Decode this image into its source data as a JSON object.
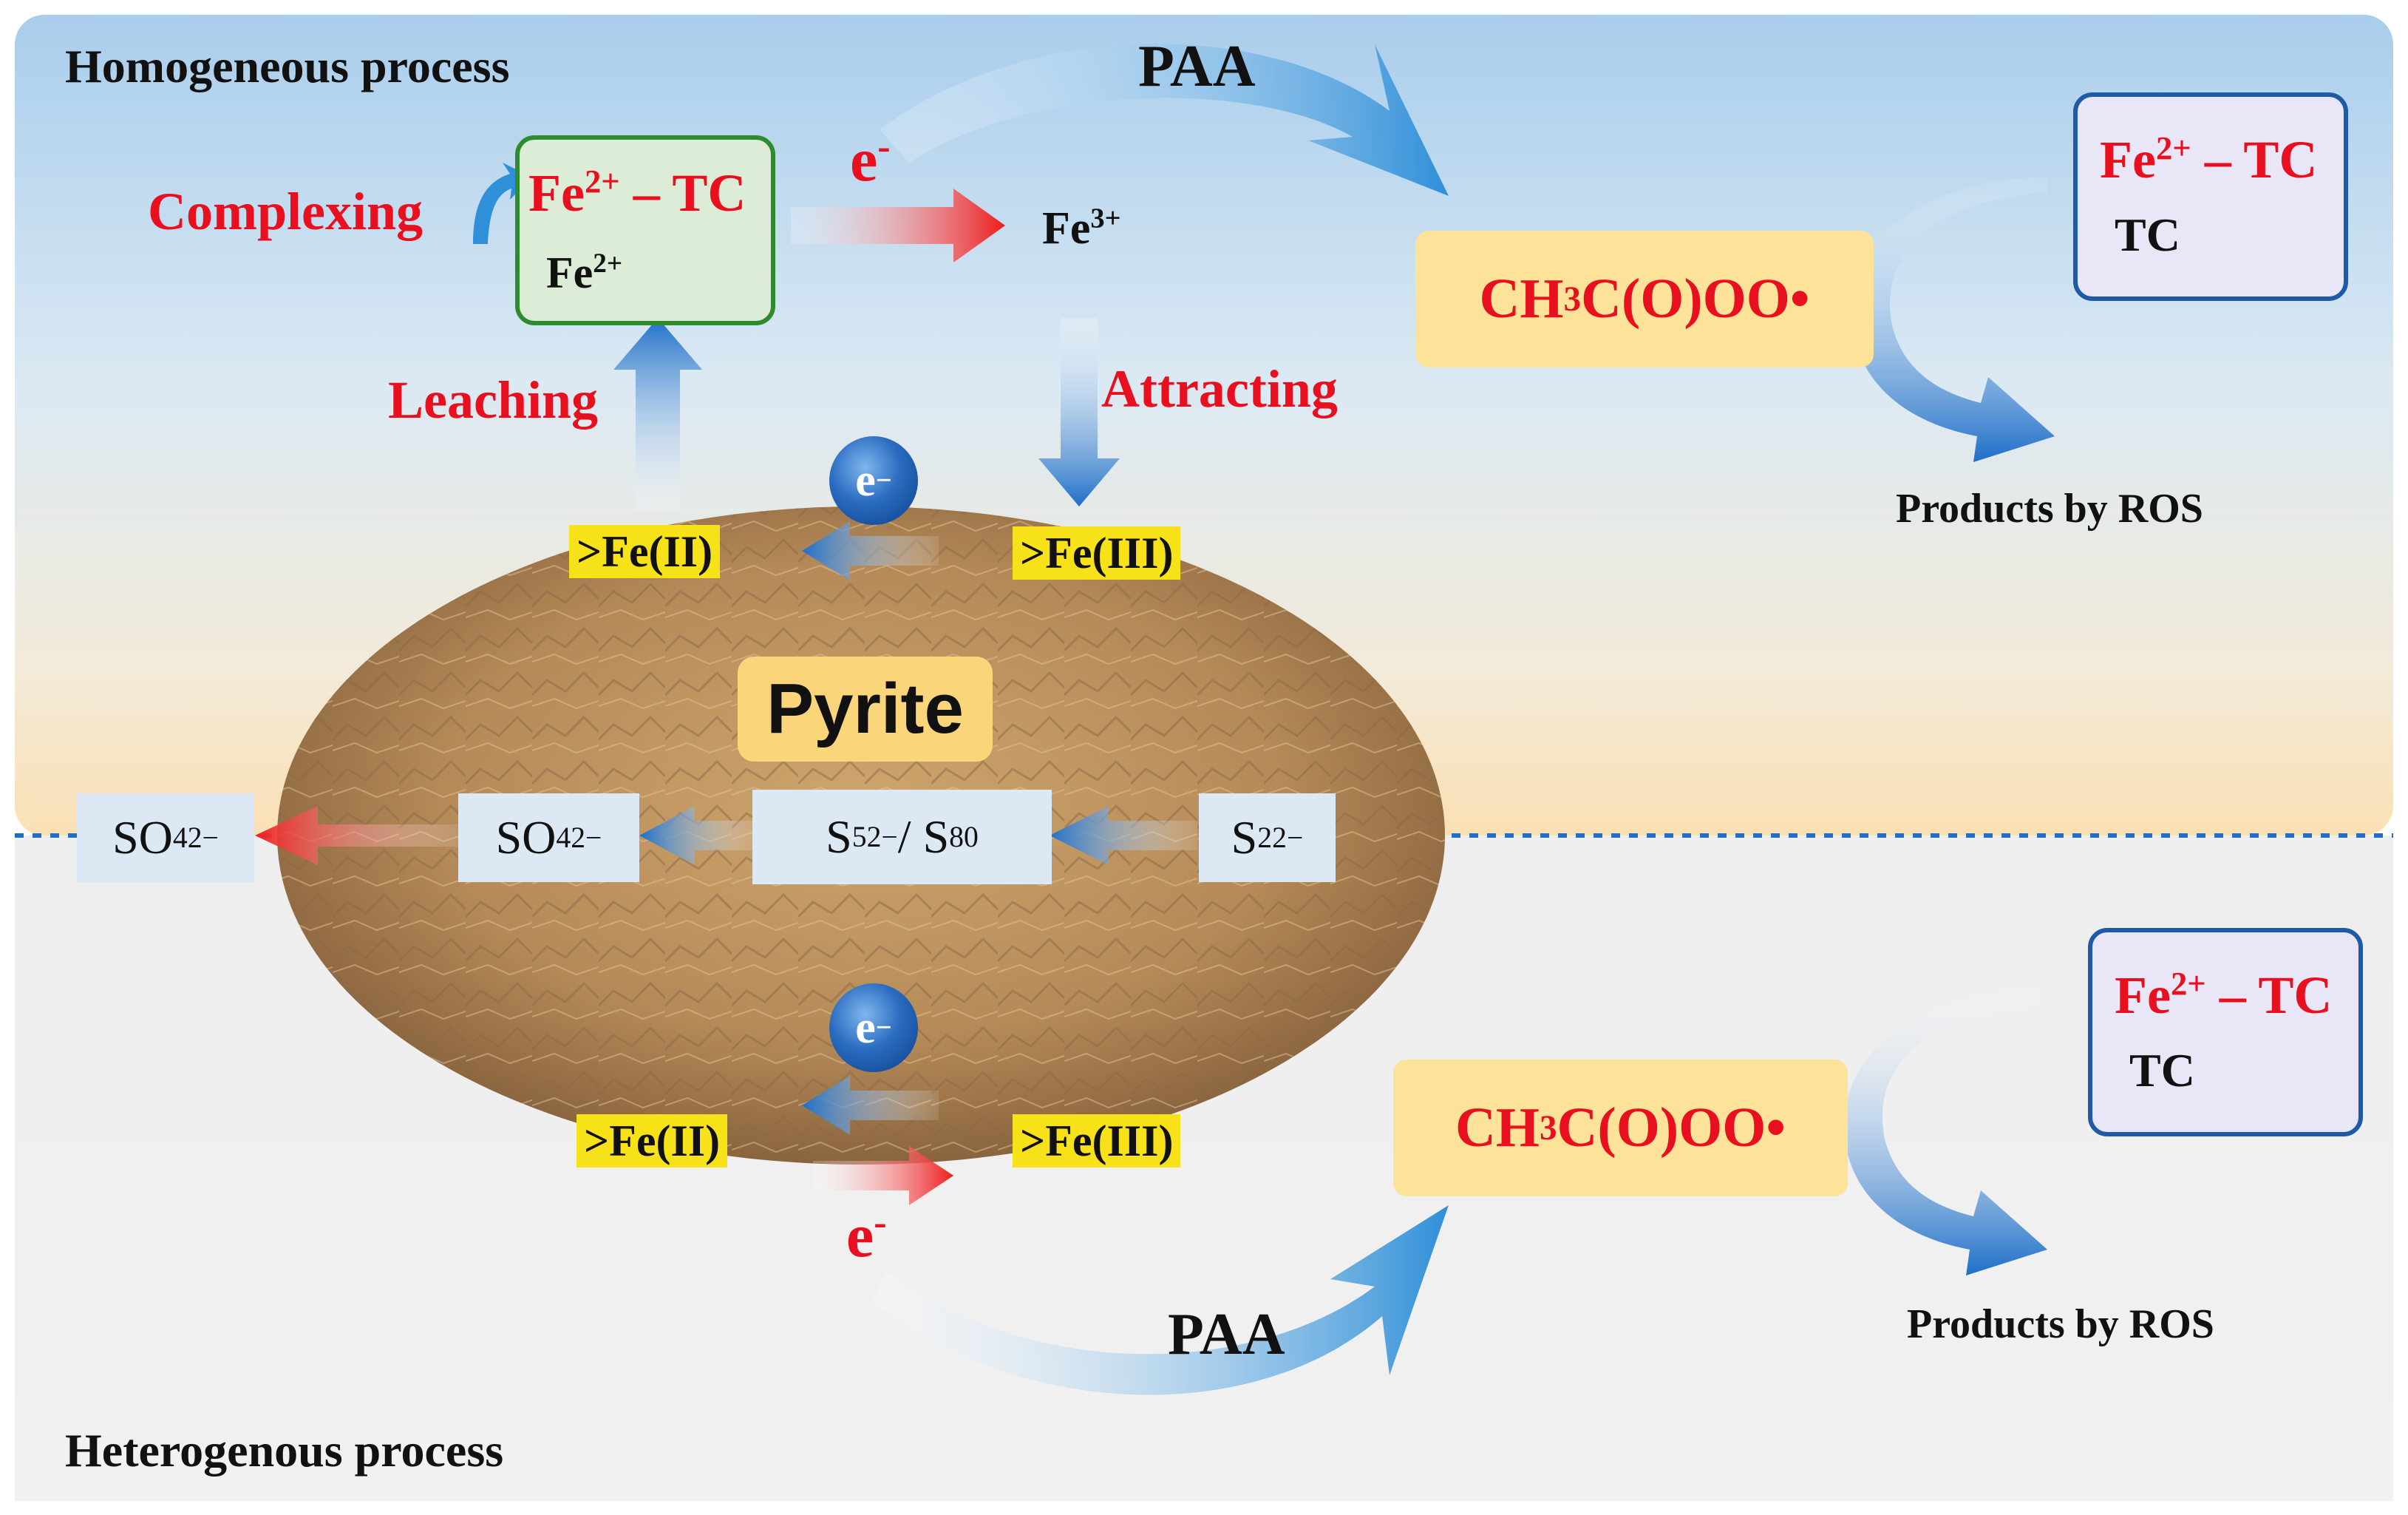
{
  "sections": {
    "top": "Homogeneous process",
    "bottom": "Heterogenous process"
  },
  "labels": {
    "paa_top": "PAA",
    "paa_bottom": "PAA",
    "electron_top": "e",
    "electron_top_sup": "-",
    "electron_bottom": "e",
    "electron_bottom_sup": "-",
    "complexing": "Complexing",
    "leaching": "Leaching",
    "attracting": "Attracting",
    "fe3": "Fe",
    "fe3_sup": "3+",
    "pyrite": "Pyrite"
  },
  "fe_complex_box": {
    "line1_main": "Fe",
    "line1_sup": "2+",
    "line1_rest": " – TC",
    "line2_main": "Fe",
    "line2_sup": "2+"
  },
  "surface_tags": {
    "top_left": ">Fe(II)",
    "top_right": ">Fe(III)",
    "bottom_left": ">Fe(II)",
    "bottom_right": ">Fe(III)"
  },
  "electron_circles": {
    "top": "e",
    "top_sup": "−",
    "bottom": "e",
    "bottom_sup": "−"
  },
  "sulfur_chain": {
    "so4_outer": {
      "main": "SO",
      "sub": "4",
      "sup": "2−"
    },
    "so4_inner": {
      "main": "SO",
      "sub": "4",
      "sup": "2−"
    },
    "s5_s8": {
      "a": "S",
      "a_sub": "5",
      "a_sup": "2−",
      "sep": " / S",
      "b_sub": "8",
      "b_sup": "0"
    },
    "s2": {
      "main": "S",
      "sub": "2",
      "sup": "2−"
    }
  },
  "radicals": {
    "top": {
      "a": "CH",
      "sub": "3",
      "b": "C(O)OO•"
    },
    "bottom": {
      "a": "CH",
      "sub": "3",
      "b": "C(O)OO•"
    }
  },
  "tc_boxes": {
    "top": {
      "l1_main": "Fe",
      "l1_sup": "2+",
      "l1_rest": " – TC",
      "l2": "TC"
    },
    "bottom": {
      "l1_main": "Fe",
      "l1_sup": "2+",
      "l1_rest": " – TC",
      "l2": "TC"
    }
  },
  "products": {
    "top": "Products by ROS",
    "bottom": "Products by ROS"
  },
  "colors": {
    "accent_red": "#e8101e",
    "arrow_blue": "#1e6fc8",
    "tag_yellow": "#f7e21a",
    "radical_bg": "#fde29a",
    "box_green_border": "#2e8b2e",
    "box_blue_border": "#1e5aa6"
  }
}
